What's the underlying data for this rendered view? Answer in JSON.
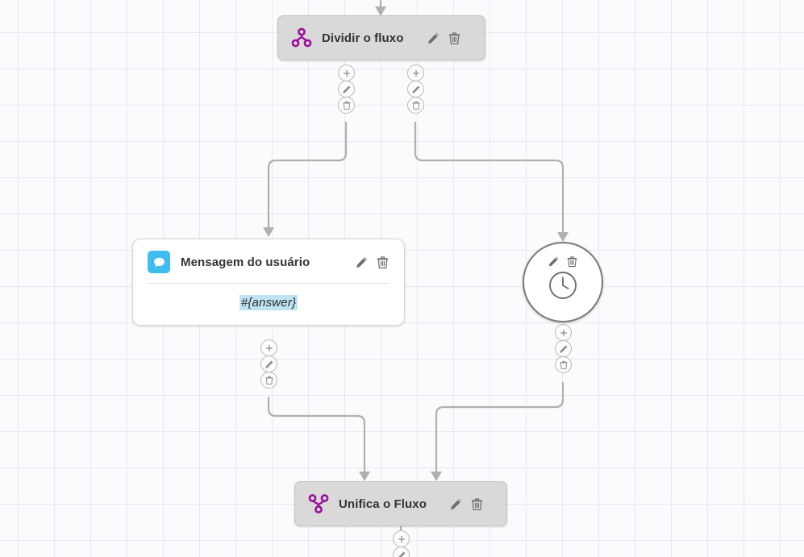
{
  "canvas": {
    "grid_color": "#e5e9f1",
    "background_color": "#fafbfc",
    "accent_purple": "#9c0f9c",
    "accent_blue": "#3fbdee",
    "variable_highlight": "#bfe3f2",
    "edge_color": "#b0b0b0"
  },
  "nodes": [
    {
      "id": "split",
      "label": "Dividir o fluxo",
      "icon": "split-flow-icon",
      "style": "gray-box",
      "edit_label": "Editar",
      "delete_label": "Excluir"
    },
    {
      "id": "user-message",
      "label": "Mensagem do usuário",
      "icon": "chat-bubble-icon",
      "style": "white-card",
      "body_variable": "#{answer}",
      "edit_label": "Editar",
      "delete_label": "Excluir"
    },
    {
      "id": "delay",
      "label": "",
      "icon": "clock-icon",
      "style": "circle",
      "edit_label": "Editar",
      "delete_label": "Excluir"
    },
    {
      "id": "merge",
      "label": "Unifica o Fluxo",
      "icon": "merge-flow-icon",
      "style": "gray-box",
      "edit_label": "Editar",
      "delete_label": "Excluir"
    }
  ],
  "connector_buttons": {
    "add_label": "+",
    "edit_label": "Editar conexão",
    "delete_label": "Excluir conexão"
  }
}
